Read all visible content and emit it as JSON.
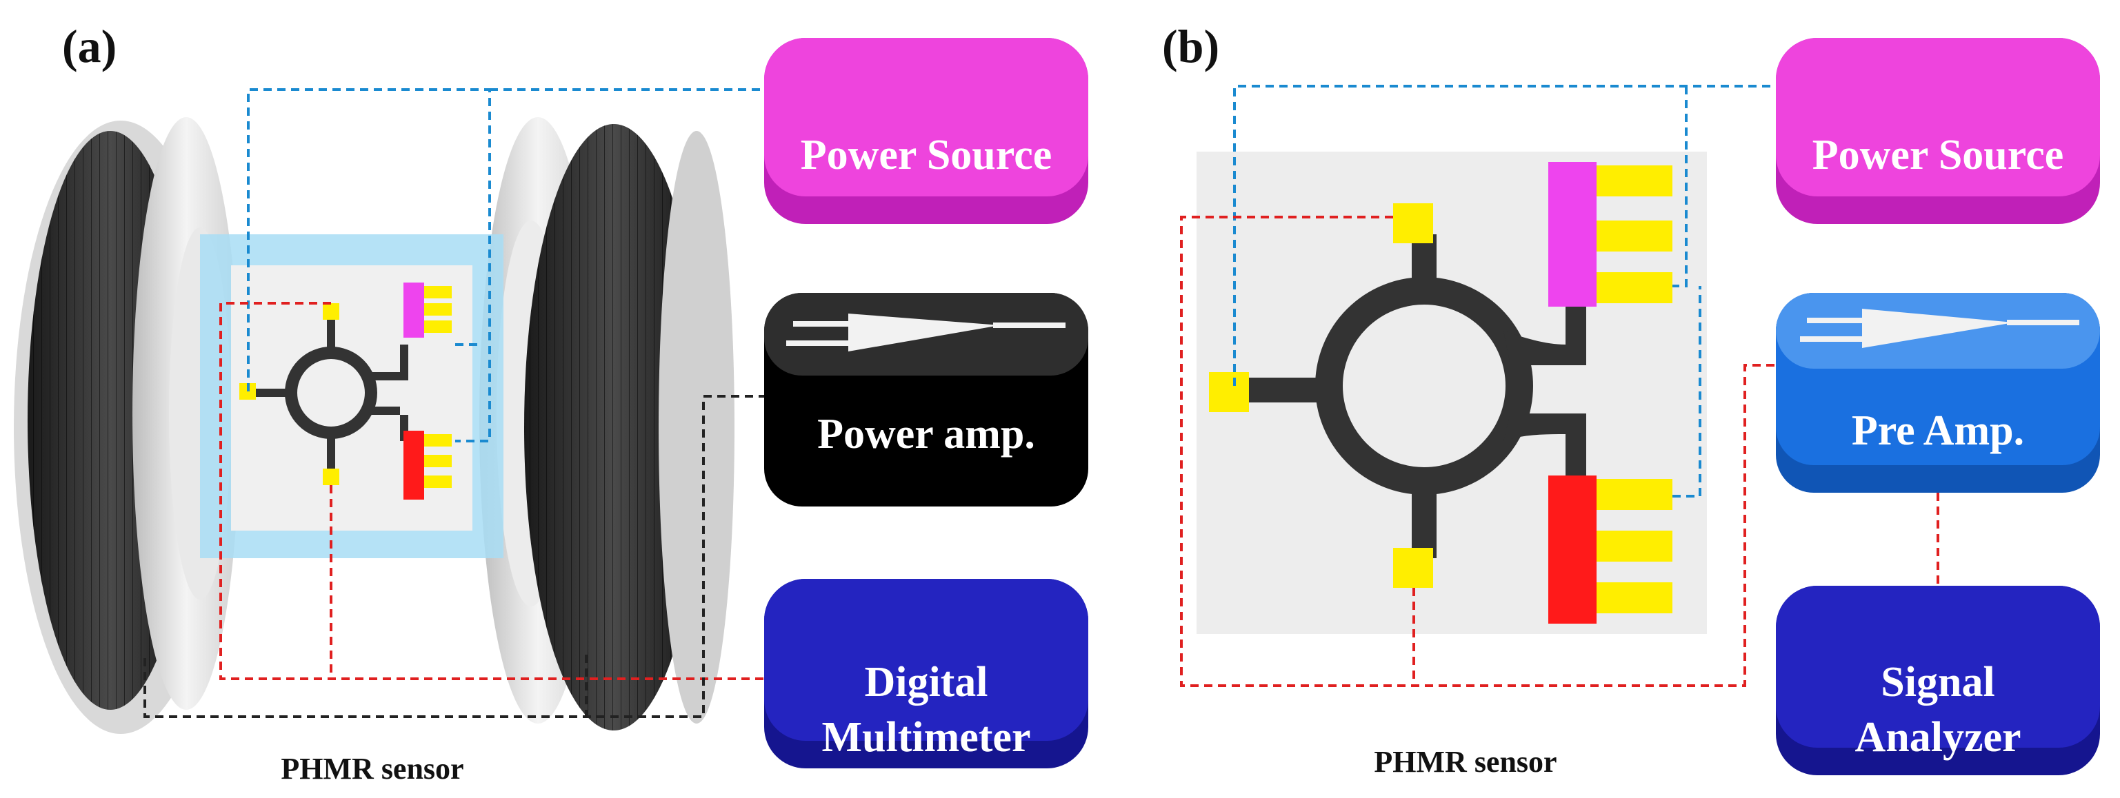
{
  "panel_a": {
    "label": "(a)",
    "caption": "PHMR sensor",
    "boxes": {
      "power_source": "Power Source",
      "power_amp": "Power amp.",
      "multimeter_line1": "Digital",
      "multimeter_line2": "Multimeter"
    }
  },
  "panel_b": {
    "label": "(b)",
    "caption": "PHMR sensor",
    "boxes": {
      "power_source": "Power Source",
      "pre_amp": "Pre Amp.",
      "analyzer_line1": "Signal",
      "analyzer_line2": "Analyzer"
    }
  },
  "colors": {
    "power_source": "#ee44dd",
    "power_amp": "#1a1a1a",
    "multimeter": "#2222bb",
    "pre_amp": "#1a70e0",
    "wire_blue": "#1a8ad0",
    "wire_red": "#e02020",
    "wire_black": "#222222",
    "pad_yellow": "#ffee00",
    "pad_magenta": "#ee44ee",
    "pad_red": "#ff1a1a",
    "sensor_track": "#333333"
  }
}
